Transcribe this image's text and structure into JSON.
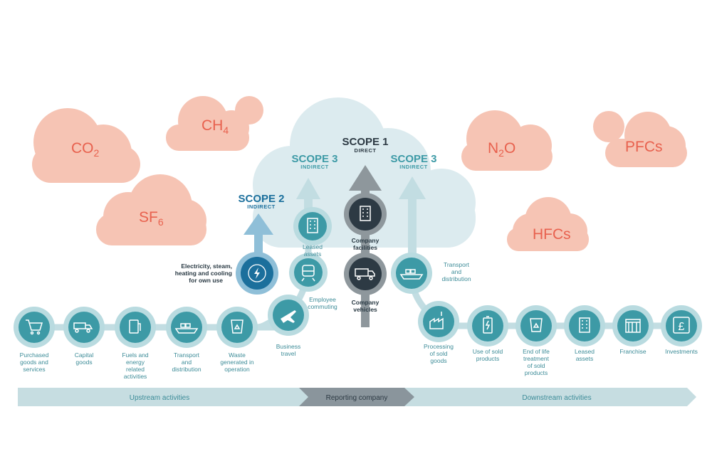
{
  "gases": {
    "co2": {
      "base": "CO",
      "sub": "2"
    },
    "ch4": {
      "base": "CH",
      "sub": "4"
    },
    "sf6": {
      "base": "SF",
      "sub": "6"
    },
    "n2o": {
      "base": "N",
      "sub": "2",
      "tail": "O"
    },
    "pfcs": {
      "base": "PFCs"
    },
    "hfcs": {
      "base": "HFCs"
    }
  },
  "scopes": {
    "scope1": {
      "title": "SCOPE 1",
      "sub": "DIRECT"
    },
    "scope2": {
      "title": "SCOPE 2",
      "sub": "INDIRECT"
    },
    "scope3_left": {
      "title": "SCOPE 3",
      "sub": "INDIRECT"
    },
    "scope3_right": {
      "title": "SCOPE 3",
      "sub": "INDIRECT"
    }
  },
  "upstream": [
    {
      "icon": "shopping-cart-icon",
      "label": [
        "Purchased",
        "goods and",
        "services"
      ]
    },
    {
      "icon": "dump-truck-icon",
      "label": [
        "Capital",
        "goods"
      ]
    },
    {
      "icon": "fuel-canister-icon",
      "label": [
        "Fuels and",
        "energy",
        "related",
        "activities"
      ]
    },
    {
      "icon": "cargo-ship-icon",
      "label": [
        "Transport",
        "and",
        "distribution"
      ]
    },
    {
      "icon": "recycling-bin-icon",
      "label": [
        "Waste",
        "generated in",
        "operation"
      ]
    },
    {
      "icon": "airplane-icon",
      "label": [
        "Business",
        "travel"
      ]
    },
    {
      "icon": "train-icon",
      "label": [
        "Employee",
        "commuting"
      ]
    },
    {
      "icon": "office-building-icon",
      "label": [
        "Leased",
        "assets"
      ]
    }
  ],
  "scope2_node": {
    "icon": "lightning-icon",
    "label": [
      "Electricity, steam,",
      "heating and cooling",
      "for own use"
    ]
  },
  "company": {
    "facilities": {
      "icon": "factory-building-icon",
      "label": [
        "Company",
        "facilities"
      ]
    },
    "vehicles": {
      "icon": "delivery-truck-icon",
      "label": [
        "Company",
        "vehicles"
      ]
    }
  },
  "downstream": [
    {
      "icon": "cargo-ship-icon",
      "label": [
        "Transport",
        "and",
        "distribution"
      ]
    },
    {
      "icon": "factory-icon",
      "label": [
        "Processing",
        "of sold",
        "goods"
      ]
    },
    {
      "icon": "battery-icon",
      "label": [
        "Use of sold",
        "products"
      ]
    },
    {
      "icon": "recycling-bin-icon",
      "label": [
        "End of life",
        "treatment",
        "of sold",
        "products"
      ]
    },
    {
      "icon": "office-building-icon",
      "label": [
        "Leased",
        "assets"
      ]
    },
    {
      "icon": "storefront-icon",
      "label": [
        "Franchise"
      ]
    },
    {
      "icon": "pound-sign-icon",
      "label": [
        "Investments"
      ]
    }
  ],
  "bands": {
    "upstream": "Upstream activities",
    "reporting": "Reporting company",
    "downstream": "Downstream activities"
  },
  "colors": {
    "cloud_pink": "#f6c4b4",
    "gas_text": "#e8614e",
    "big_cloud": "#dbeaee",
    "teal": "#3d9aa6",
    "teal_ring": "#b9dbe0",
    "scope2_blue": "#1b6f9c",
    "scope2_ring": "#8fbfd8",
    "dark_node": "#2d3a44",
    "dark_ring": "#8e979c",
    "band_light": "#c6dde1",
    "band_dark": "#8a959c"
  }
}
